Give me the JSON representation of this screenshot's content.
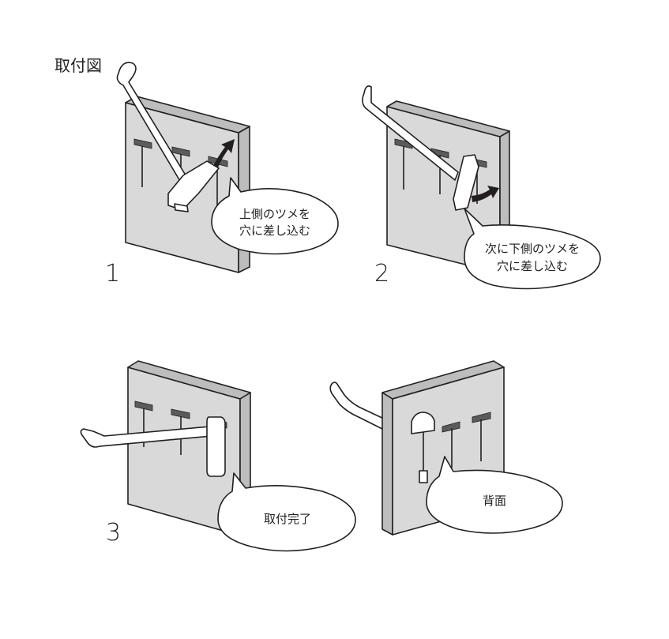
{
  "title": "取付図",
  "steps": [
    {
      "number": "1",
      "caption": [
        "上側のツメを",
        "穴に差し込む"
      ]
    },
    {
      "number": "2",
      "caption": [
        "次に下側のツメを",
        "穴に差し込む"
      ]
    },
    {
      "number": "3",
      "caption": [
        "取付完了"
      ]
    },
    {
      "number": "",
      "caption": [
        "背面"
      ]
    }
  ],
  "colors": {
    "panel": "#d9d9d9",
    "panel_edge": "#bdbdbd",
    "slot": "#5b5b5b",
    "outline": "#231f20",
    "hook": "#ffffff"
  }
}
